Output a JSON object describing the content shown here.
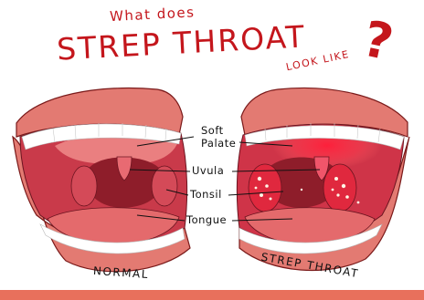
{
  "title": {
    "line1": "What does",
    "line2": "STREP THROAT",
    "line3": "LOOK LIKE",
    "mark": "?"
  },
  "labels": {
    "soft": "Soft",
    "palate": "Palate",
    "uvula": "Uvula",
    "tonsil": "Tonsil",
    "tongue": "Tongue"
  },
  "captions": {
    "normal": "NORMAL",
    "strep": "STREP THROAT"
  },
  "colors": {
    "title_red": "#c4161c",
    "lip": "#e0706a",
    "mouth_inside": "#c2364a",
    "throat_dark": "#8e1d2a",
    "tongue": "#e46a6c",
    "teeth": "#ffffff",
    "inflammation": "#ff1f3a",
    "pus_spots": "#fff6e6",
    "footer": "#e8705c"
  }
}
